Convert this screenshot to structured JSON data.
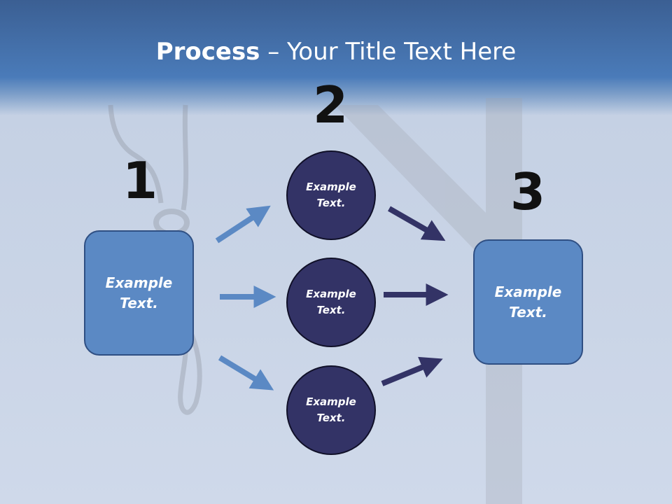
{
  "title": {
    "bold": "Process",
    "rest": " – Your Title Text Here"
  },
  "steps": [
    {
      "number": "1",
      "box_text": "Example Text."
    },
    {
      "number": "2",
      "circles": [
        "Example Text.",
        "Example Text.",
        "Example Text."
      ]
    },
    {
      "number": "3",
      "box_text": "Example Text."
    }
  ],
  "colors": {
    "box_fill": "#5b89c4",
    "box_border": "#2f4f83",
    "circle_fill": "#333366",
    "arrow_light": "#5b89c4",
    "arrow_dark": "#333366",
    "header": "#4a7bb9"
  }
}
